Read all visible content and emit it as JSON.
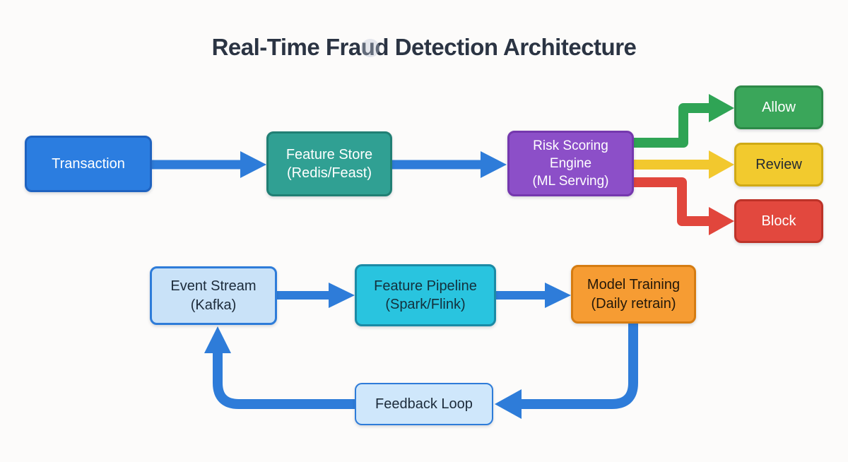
{
  "title": "Real-Time Fraud Detection Architecture",
  "diagram": {
    "nodes": {
      "transaction": {
        "label": "Transaction",
        "sublabel": "",
        "fill": "#2b7de0",
        "border": "#1f63c0",
        "text_color": "#ffffff"
      },
      "feature_store": {
        "label": "Feature Store",
        "sublabel": "(Redis/Feast)",
        "fill": "#30a093",
        "border": "#217f74",
        "text_color": "#ffffff"
      },
      "risk_engine": {
        "label": "Risk Scoring Engine",
        "sublabel": "(ML Serving)",
        "fill": "#8c4fc8",
        "border": "#7538ae",
        "text_color": "#ffffff"
      },
      "allow": {
        "label": "Allow",
        "sublabel": "",
        "fill": "#3aa65a",
        "border": "#2d8a48",
        "text_color": "#ffffff"
      },
      "review": {
        "label": "Review",
        "sublabel": "",
        "fill": "#f2ca2e",
        "border": "#d0aa16",
        "text_color": "#242b33"
      },
      "block": {
        "label": "Block",
        "sublabel": "",
        "fill": "#e2483e",
        "border": "#bd3329",
        "text_color": "#ffffff"
      },
      "event_stream": {
        "label": "Event Stream",
        "sublabel": "(Kafka)",
        "fill": "#c9e2f8",
        "border": "#2e7cd9",
        "text_color": "#1c2b3a"
      },
      "feature_pipeline": {
        "label": "Feature Pipeline",
        "sublabel": "(Spark/Flink)",
        "fill": "#29c4df",
        "border": "#1b8aa5",
        "text_color": "#13303c"
      },
      "model_training": {
        "label": "Model Training",
        "sublabel": "(Daily retrain)",
        "fill": "#f69c33",
        "border": "#d57c12",
        "text_color": "#23180a"
      },
      "feedback_loop": {
        "label": "Feedback Loop",
        "sublabel": "",
        "fill": "#cfe7fb",
        "border": "#2e7cd9",
        "text_color": "#1c2b3a"
      }
    },
    "edges": [
      {
        "from": "transaction",
        "to": "feature_store",
        "color": "blue"
      },
      {
        "from": "feature_store",
        "to": "risk_engine",
        "color": "blue"
      },
      {
        "from": "risk_engine",
        "to": "allow",
        "color": "green"
      },
      {
        "from": "risk_engine",
        "to": "review",
        "color": "yellow"
      },
      {
        "from": "risk_engine",
        "to": "block",
        "color": "red"
      },
      {
        "from": "event_stream",
        "to": "feature_pipeline",
        "color": "blue"
      },
      {
        "from": "feature_pipeline",
        "to": "model_training",
        "color": "blue"
      },
      {
        "from": "model_training",
        "to": "feedback_loop",
        "color": "blue"
      },
      {
        "from": "feedback_loop",
        "to": "event_stream",
        "color": "blue"
      }
    ],
    "arrow_colors": {
      "blue": "#2e7cd9",
      "green": "#2fa455",
      "yellow": "#f2c82e",
      "red": "#e1463c"
    }
  }
}
